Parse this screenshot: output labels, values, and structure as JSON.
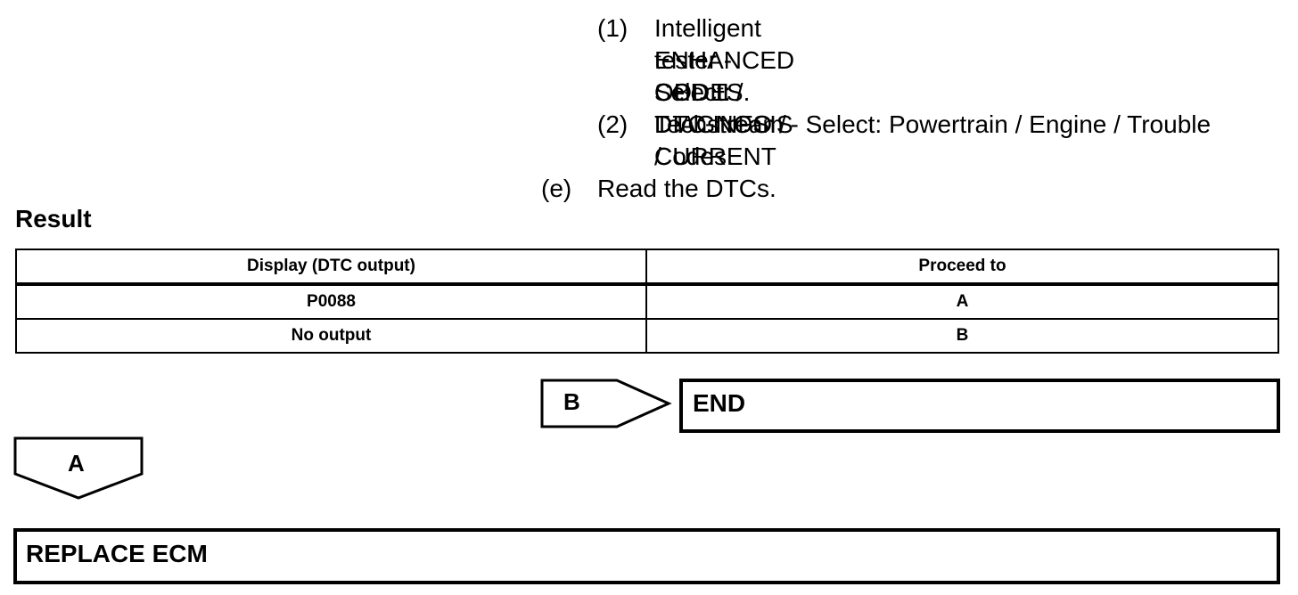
{
  "instructions": {
    "sub_steps": [
      {
        "num": "(1)",
        "lines": [
          "Intelligent tester - Select: DIAGNOSIS /",
          "ENHANCED OBD II / DTC INFO / CURRENT",
          "CODES."
        ]
      },
      {
        "num": "(2)",
        "lines": [
          "Techstream - Select: Powertrain / Engine / Trouble",
          "Codes."
        ]
      }
    ],
    "step_e": {
      "num": "(e)",
      "text": "Read the DTCs."
    }
  },
  "result": {
    "label": "Result",
    "headers": [
      "Display (DTC output)",
      "Proceed to"
    ],
    "rows": [
      [
        "P0088",
        "A"
      ],
      [
        "No output",
        "B"
      ]
    ]
  },
  "flow": {
    "b_tag": "B",
    "end_label": "END",
    "a_tag": "A",
    "replace_label": "REPLACE ECM"
  }
}
